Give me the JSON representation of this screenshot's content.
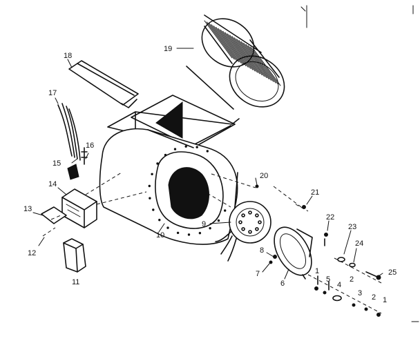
{
  "callouts": {
    "c1": "1",
    "c2": "2",
    "c3": "3",
    "c4": "4",
    "c5": "5",
    "c6": "6",
    "c7": "7",
    "c8": "8",
    "c9": "9",
    "c10": "10",
    "c11": "11",
    "c12": "12",
    "c13": "13",
    "c14": "14",
    "c15": "15",
    "c16": "16",
    "c17": "17",
    "c18": "18",
    "c19": "19",
    "c20": "20",
    "c21": "21",
    "c22": "22",
    "c23": "23",
    "c24": "24",
    "c25": "25",
    "c2b": "2",
    "c1b": "1"
  }
}
